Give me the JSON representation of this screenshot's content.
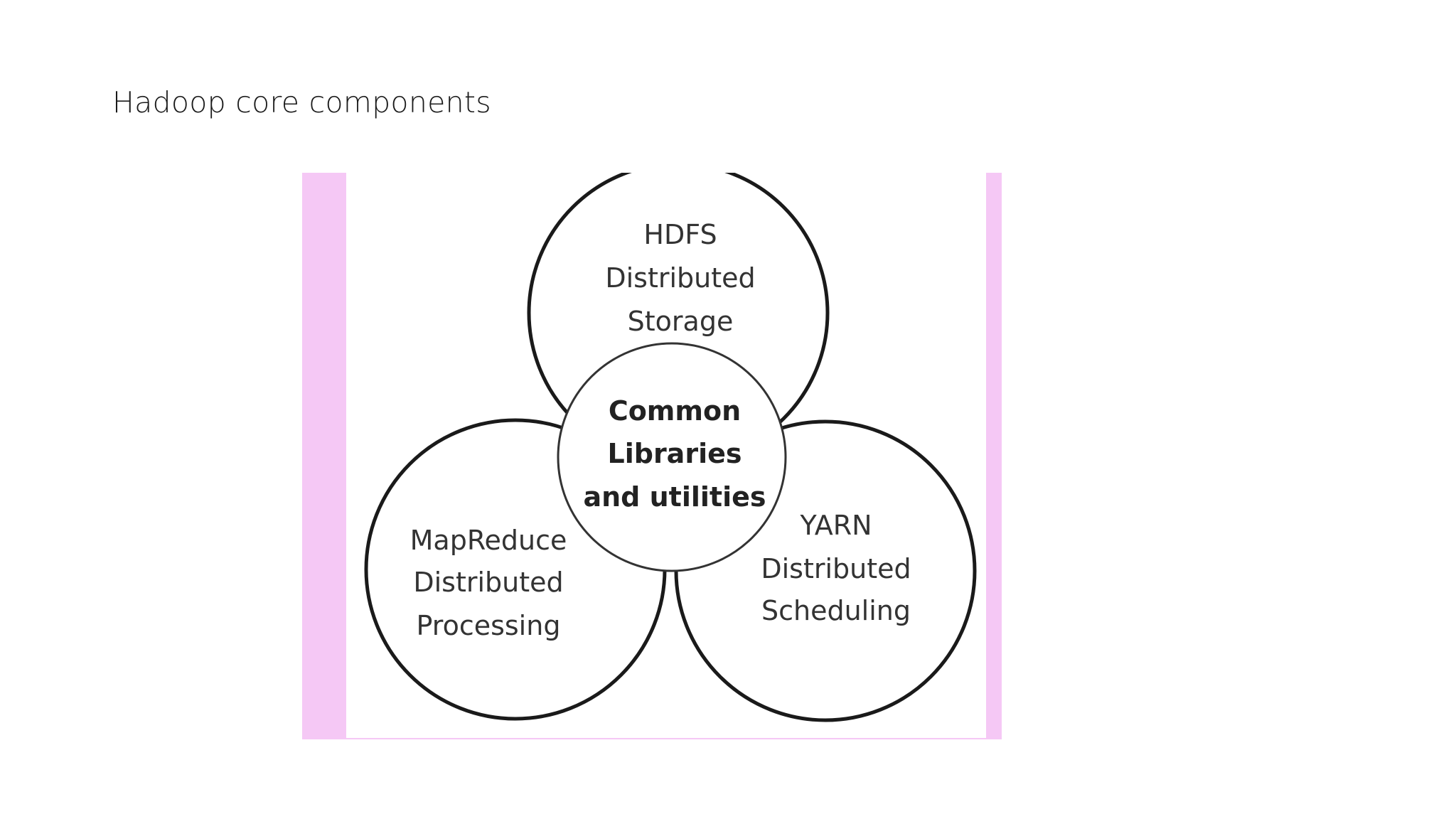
{
  "slide": {
    "title": "Hadoop core components"
  },
  "diagram": {
    "top_circle": {
      "lines": [
        "HDFS",
        "Distributed",
        "Storage"
      ]
    },
    "left_circle": {
      "lines": [
        "MapReduce",
        "Distributed",
        "Processing"
      ]
    },
    "right_circle": {
      "lines": [
        "YARN",
        "Distributed",
        "Scheduling"
      ]
    },
    "center_circle": {
      "lines": [
        "Common",
        "Libraries",
        "and utilities"
      ]
    }
  }
}
